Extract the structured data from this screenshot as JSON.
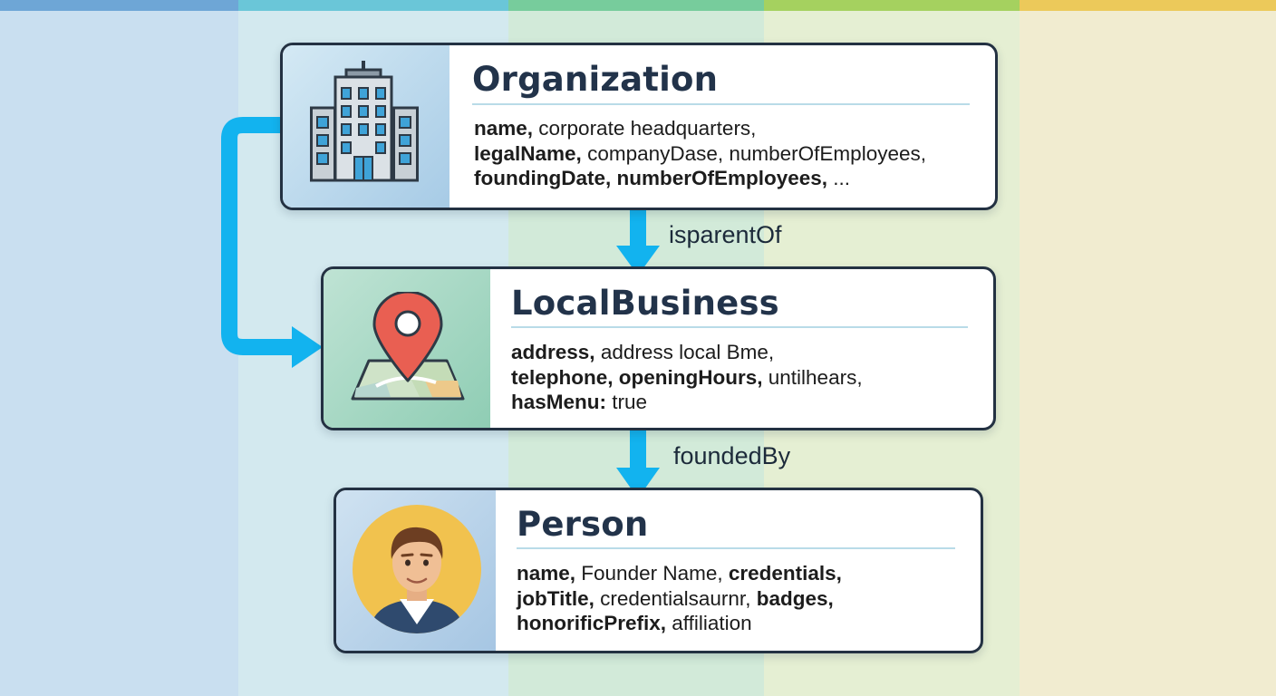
{
  "theme": {
    "band_colors": [
      "#c9dff0",
      "#d3e9ef",
      "#d2ead9",
      "#e5efd3",
      "#f1ecd0"
    ],
    "band_top_colors": [
      "#6ea6d6",
      "#6ac6d8",
      "#77cc9c",
      "#a5d15f",
      "#ecc95a"
    ],
    "arrow_color": "#12b3ef",
    "border_color": "#233142"
  },
  "cards": {
    "organization": {
      "title": "Organization",
      "icon": "office-building-icon",
      "lines": [
        [
          {
            "t": "name,",
            "b": true
          },
          {
            "t": " corporate headquarters,",
            "b": false
          }
        ],
        [
          {
            "t": "legalName,",
            "b": true
          },
          {
            "t": " companyDase, numberOfEmployees,",
            "b": false
          }
        ],
        [
          {
            "t": "foundingDate, numberOfEmployees,",
            "b": true
          },
          {
            "t": " ...",
            "b": false
          }
        ]
      ]
    },
    "local_business": {
      "title": "LocalBusiness",
      "icon": "map-pin-icon",
      "lines": [
        [
          {
            "t": "address,",
            "b": true
          },
          {
            "t": " address local Bme,",
            "b": false
          }
        ],
        [
          {
            "t": "telephone, openingHours,",
            "b": true
          },
          {
            "t": " untilhears,",
            "b": false
          }
        ],
        [
          {
            "t": "hasMenu:",
            "b": true
          },
          {
            "t": " true",
            "b": false
          }
        ]
      ]
    },
    "person": {
      "title": "Person",
      "icon": "person-avatar-icon",
      "lines": [
        [
          {
            "t": "name,",
            "b": true
          },
          {
            "t": " Founder Name, ",
            "b": false
          },
          {
            "t": "credentials,",
            "b": true
          }
        ],
        [
          {
            "t": "jobTitle,",
            "b": true
          },
          {
            "t": " credentialsaurnr, ",
            "b": false
          },
          {
            "t": "badges,",
            "b": true
          }
        ],
        [
          {
            "t": "honorificPrefix,",
            "b": true
          },
          {
            "t": " affiliation",
            "b": false
          }
        ]
      ]
    }
  },
  "edges": {
    "is_parent_of": "isparentOf",
    "founded_by": "foundedBy"
  }
}
